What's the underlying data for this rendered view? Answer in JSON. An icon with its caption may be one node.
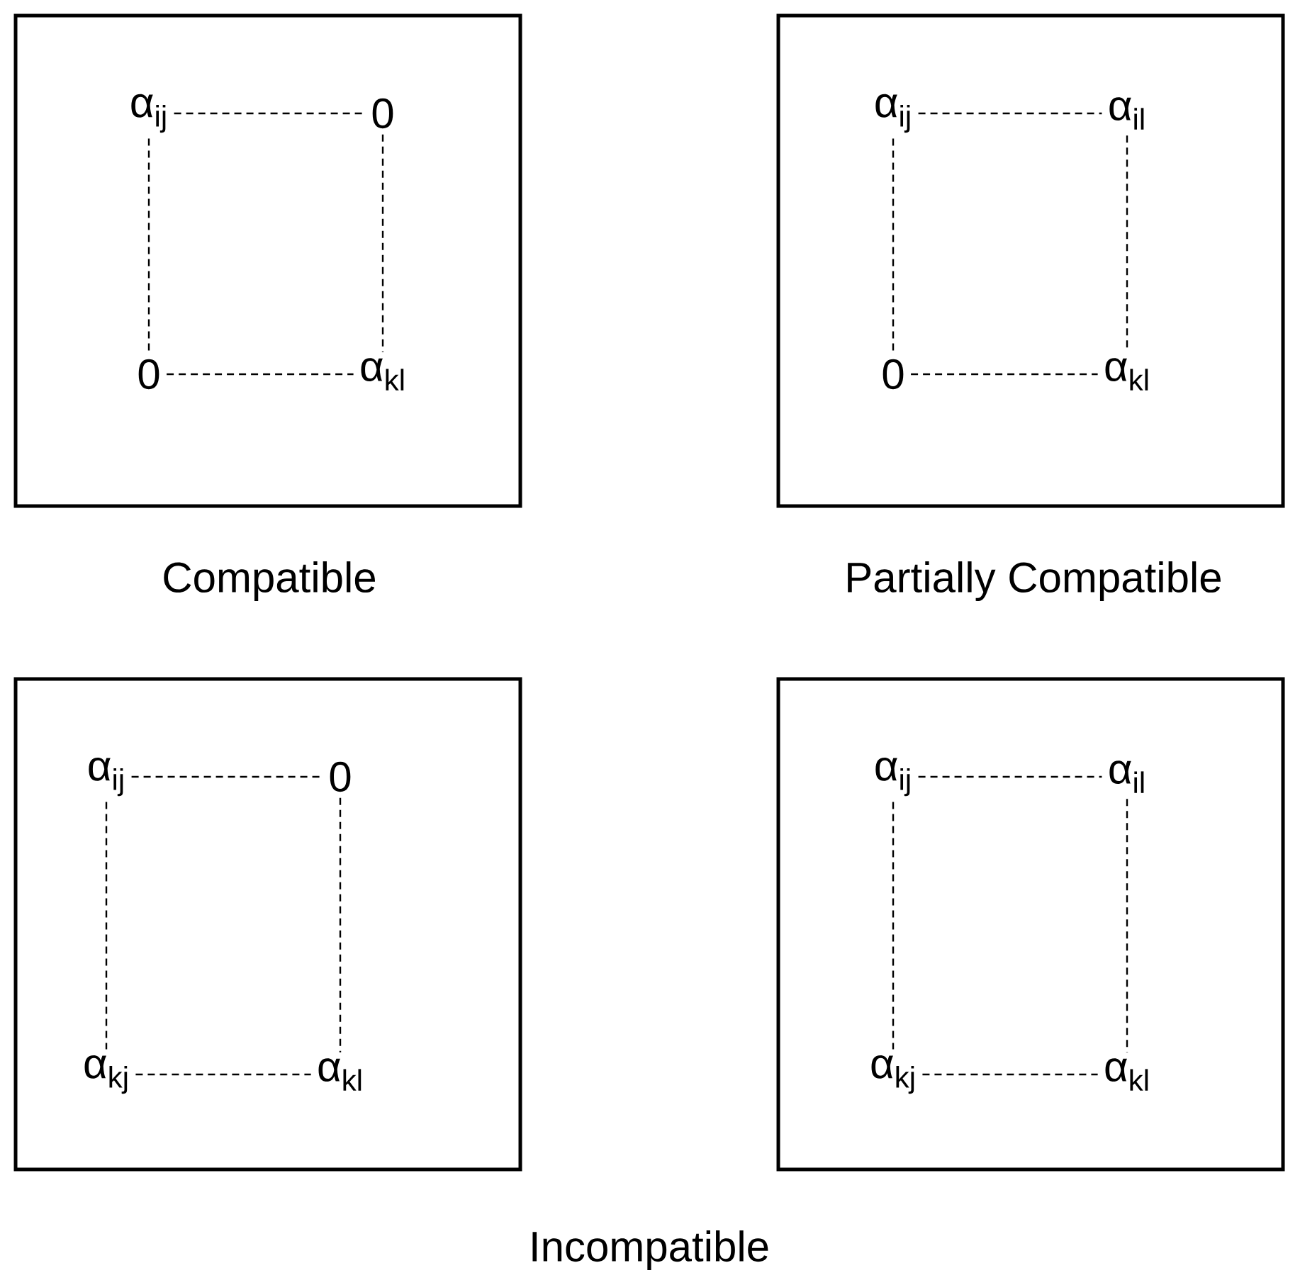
{
  "diagram": {
    "nodes": [
      {
        "text": [],
        "shape": "box"
      },
      {
        "text": [
          "α$_{ij}$"
        ],
        "in": 0
      },
      {
        "text": [
          "0"
        ],
        "in": 0
      },
      {
        "text": [
          "0"
        ],
        "in": 0
      },
      {
        "text": [
          "α$_{kl}$"
        ],
        "in": 0
      },
      {
        "text": [],
        "shape": "box"
      },
      {
        "text": [
          "α$_{ij}$"
        ],
        "in": 5
      },
      {
        "text": [
          "α$_{il}$"
        ],
        "in": 5
      },
      {
        "text": [
          "0"
        ],
        "in": 5
      },
      {
        "text": [
          "α$_{kl}$"
        ],
        "in": 5
      },
      {
        "text": [],
        "shape": "box"
      },
      {
        "text": [
          "α$_{ij}$"
        ],
        "in": 10
      },
      {
        "text": [
          "0"
        ],
        "in": 10
      },
      {
        "text": [
          "α$_{kj}$"
        ],
        "in": 10
      },
      {
        "text": [
          "α$_{kl}$"
        ],
        "in": 10
      },
      {
        "text": [],
        "shape": "box"
      },
      {
        "text": [
          "α$_{ij}$"
        ],
        "in": 15
      },
      {
        "text": [
          "α$_{il}$"
        ],
        "in": 15
      },
      {
        "text": [
          "α$_{kj}$"
        ],
        "in": 15
      },
      {
        "text": [
          "α$_{kl}$"
        ],
        "in": 15
      }
    ],
    "edges": [
      {
        "from": 1,
        "to": 2,
        "arrow": "none",
        "style": "dashed"
      },
      {
        "from": 1,
        "to": 3,
        "arrow": "none",
        "style": "dashed"
      },
      {
        "from": 2,
        "to": 4,
        "arrow": "none",
        "style": "dashed"
      },
      {
        "from": 3,
        "to": 4,
        "arrow": "none",
        "style": "dashed"
      },
      {
        "from": 6,
        "to": 7,
        "arrow": "none",
        "style": "dashed"
      },
      {
        "from": 6,
        "to": 8,
        "arrow": "none",
        "style": "dashed"
      },
      {
        "from": 7,
        "to": 9,
        "arrow": "none",
        "style": "dashed"
      },
      {
        "from": 8,
        "to": 9,
        "arrow": "none",
        "style": "dashed"
      },
      {
        "from": 11,
        "to": 12,
        "arrow": "none",
        "style": "dashed"
      },
      {
        "from": 11,
        "to": 13,
        "arrow": "none",
        "style": "dashed"
      },
      {
        "from": 12,
        "to": 14,
        "arrow": "none",
        "style": "dashed"
      },
      {
        "from": 13,
        "to": 14,
        "arrow": "none",
        "style": "dashed"
      },
      {
        "from": 16,
        "to": 17,
        "arrow": "none",
        "style": "dashed"
      },
      {
        "from": 16,
        "to": 18,
        "arrow": "none",
        "style": "dashed"
      },
      {
        "from": 17,
        "to": 19,
        "arrow": "none",
        "style": "dashed"
      },
      {
        "from": 18,
        "to": 19,
        "arrow": "none",
        "style": "dashed"
      }
    ],
    "labels": [
      "Compatible",
      "Partially Compatible",
      "Incompatible"
    ]
  }
}
